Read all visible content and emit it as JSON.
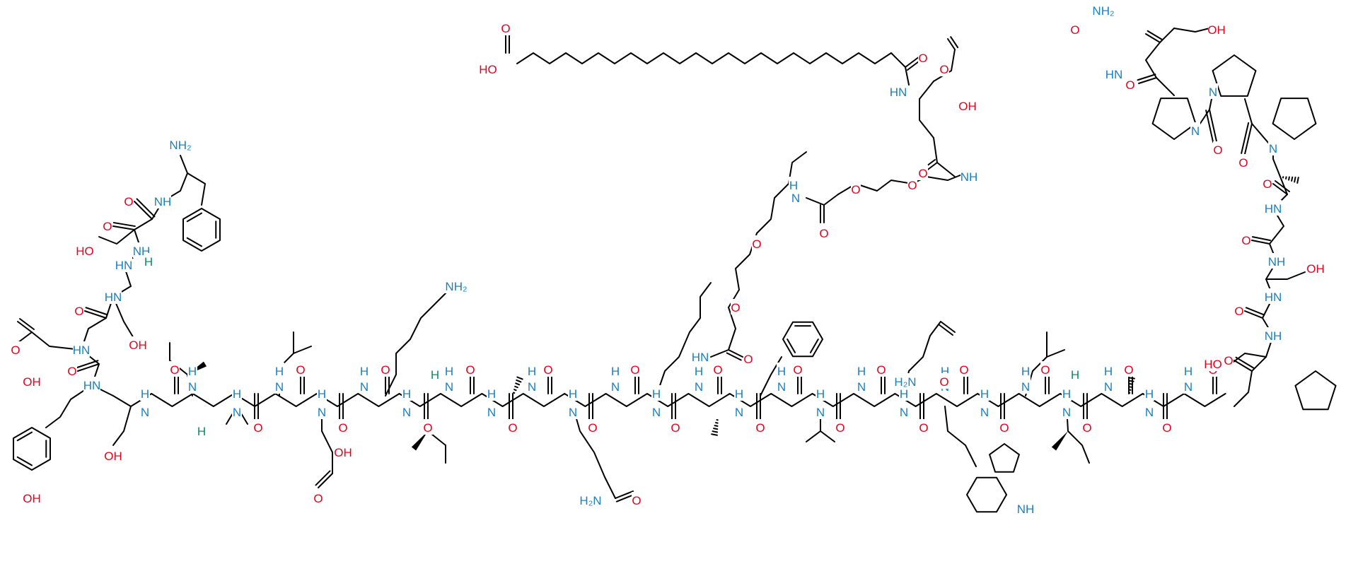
{
  "colors": {
    "bond": "#000000",
    "oxygen": "#e8001c",
    "nitrogen": "#1a7fc1",
    "stereo_h": "#0e8a5f",
    "background": "#ffffff"
  },
  "labels": {
    "O": "O",
    "OH": "OH",
    "HO": "HO",
    "NH": "NH",
    "HN": "HN",
    "N": "N",
    "H": "H",
    "NH2": "NH₂",
    "H2N": "H₂N"
  }
}
